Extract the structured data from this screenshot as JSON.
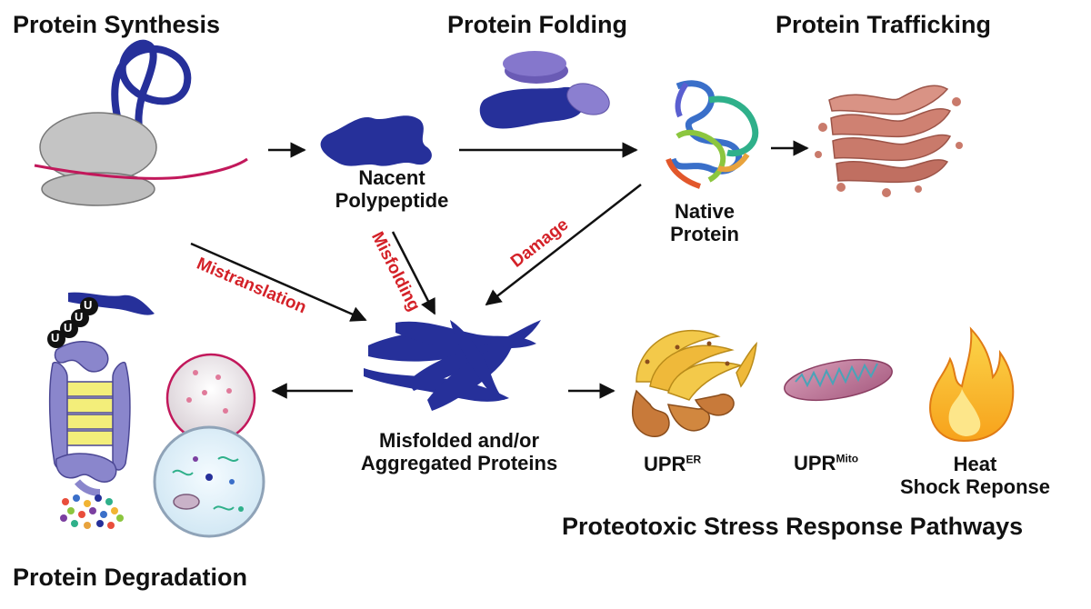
{
  "headings": {
    "synthesis": "Protein Synthesis",
    "folding": "Protein Folding",
    "trafficking": "Protein Trafficking",
    "degradation": "Protein Degradation",
    "stress": "Proteotoxic Stress Response Pathways"
  },
  "labels": {
    "nacent_line1": "Nacent",
    "nacent_line2": "Polypeptide",
    "native_line1": "Native",
    "native_line2": "Protein",
    "misfolded_line1": "Misfolded and/or",
    "misfolded_line2": "Aggregated Proteins",
    "upr": "UPR",
    "upr_er_sup": "ER",
    "upr_mito_sup": "Mito",
    "heat_line1": "Heat",
    "heat_line2": "Shock Reponse"
  },
  "arrow_labels": {
    "mistranslation": "Mistranslation",
    "misfolding": "Misfolding",
    "damage": "Damage"
  },
  "ubiquitin_tag": "U",
  "colors": {
    "protein_blue": "#26309a",
    "ribosome_gray": "#bdbdbd",
    "mrna_pink": "#c2185b",
    "chaperone_purple": "#7b6bc4",
    "golgi_red": "#c97a6b",
    "stress_red": "#d42128",
    "proteasome_purple": "#8a86cc",
    "proteasome_yellow": "#f3ee7a"
  }
}
